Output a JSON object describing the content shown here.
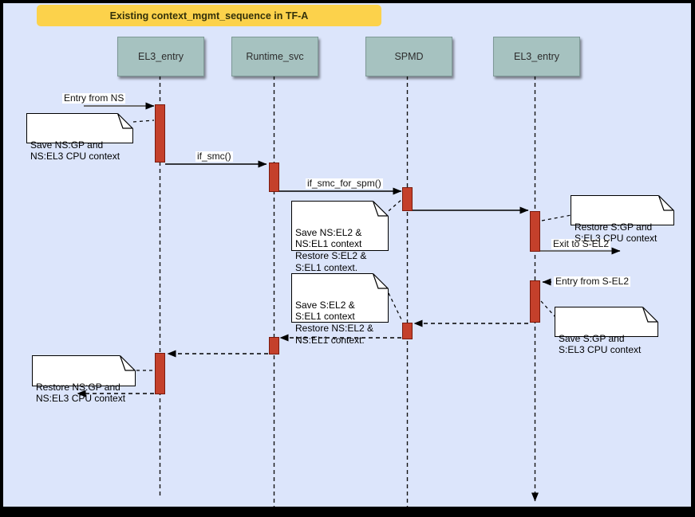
{
  "title": {
    "label": "Existing context_mgmt_sequence in TF-A"
  },
  "actors": [
    {
      "label": "EL3_entry"
    },
    {
      "label": "Runtime_svc"
    },
    {
      "label": "SPMD"
    },
    {
      "label": "EL3_entry"
    }
  ],
  "messages": {
    "entry_from_ns": "Entry from NS",
    "if_smc": "if_smc()",
    "if_smc_for_spm": "if_smc_for_spm()",
    "exit_to_s_el2": "Exit to S-EL2",
    "entry_from_s_el2": "Entry from S-EL2"
  },
  "notes": {
    "save_ns_gp": "Save NS:GP and\nNS:EL3 CPU context",
    "save_ns_el2": "Save NS:EL2 &\nNS:EL1 context\nRestore S:EL2 &\nS:EL1 context.",
    "restore_s_gp": "Restore S:GP and\nS:EL3 CPU context",
    "save_s_el2": "Save S:EL2 &\nS:EL1 context\nRestore NS:EL2 &\nNS:EL1 context.",
    "save_s_gp": "Save S:GP and\nS:EL3 CPU context",
    "restore_ns_gp": "Restore NS:GP and\nNS:EL3 CPU context"
  },
  "colors": {
    "background": "#dce5fb",
    "frame": "#000000",
    "title_bg": "#fcd24b",
    "actor_fill": "#a6c2c0",
    "activation_fill": "#c4402b",
    "activation_stroke": "#7a1a0d",
    "external_msg_line": "#6e6e6e",
    "msg_line": "#000000",
    "note_fill": "#ffffff"
  }
}
